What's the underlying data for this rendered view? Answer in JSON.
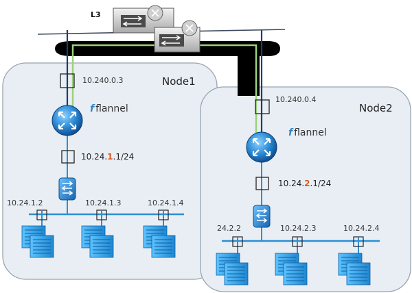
{
  "l3_label": "L3",
  "node1": {
    "title": "Node1",
    "flannel_label": "flannel",
    "host_ip": "10.240.0.3",
    "subnet": {
      "prefix": "10.24.",
      "octet": "1",
      "suffix": ".1/24"
    },
    "pods": [
      "10.24.1.2",
      "10.24.1.3",
      "10.24.1.4"
    ]
  },
  "node2": {
    "title": "Node2",
    "flannel_label": "flannel",
    "host_ip": "10.240.0.4",
    "subnet": {
      "prefix": "10.24.",
      "octet": "2",
      "suffix": ".1/24"
    },
    "pods": [
      "24.2.2",
      "10.24.2.3",
      "10.24.2.4"
    ]
  },
  "colors": {
    "node_fill": "#e9eef4",
    "node_stroke": "#98a4b0",
    "link": "#2b8fd6",
    "overlay": "#9bd17a",
    "backbone": "#000000",
    "octet_highlight": "#d85a1e"
  }
}
